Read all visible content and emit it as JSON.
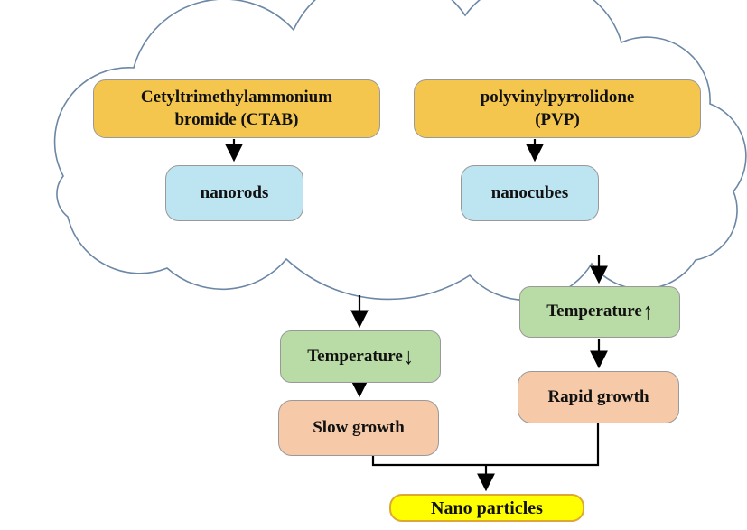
{
  "colors": {
    "background": "#ffffff",
    "cloud_stroke": "#6b87a5",
    "box_border": "#9b9b8f",
    "arrow": "#000000",
    "reagent_fill": "#f5c64e",
    "particle_fill": "#bce4f1",
    "temperature_fill": "#b9dca6",
    "growth_fill": "#f6c9a9",
    "result_fill": "#ffff00",
    "result_border": "#dfa733"
  },
  "nodes": {
    "ctab": {
      "line1": "Cetyltrimethylammonium",
      "line2": "bromide (CTAB)"
    },
    "pvp": {
      "line1": "polyvinylpyrrolidone",
      "line2": "(PVP)"
    },
    "nanorods": {
      "label": "nanorods"
    },
    "nanocubes": {
      "label": "nanocubes"
    },
    "temp_down": {
      "label": "Temperature",
      "direction_icon": "↓"
    },
    "temp_up": {
      "label": "Temperature",
      "direction_icon": "↑"
    },
    "slow_growth": {
      "label": "Slow growth"
    },
    "rapid_growth": {
      "label": "Rapid growth"
    },
    "nano_particles": {
      "label": "Nano particles"
    }
  },
  "edges": [
    {
      "from": "ctab",
      "to": "nanorods"
    },
    {
      "from": "pvp",
      "to": "nanocubes"
    },
    {
      "from": "cloud",
      "to": "temp_down"
    },
    {
      "from": "cloud",
      "to": "temp_up"
    },
    {
      "from": "temp_down",
      "to": "slow_growth"
    },
    {
      "from": "temp_up",
      "to": "rapid_growth"
    },
    {
      "from": "slow_growth",
      "to": "nano_particles"
    },
    {
      "from": "rapid_growth",
      "to": "nano_particles"
    }
  ]
}
